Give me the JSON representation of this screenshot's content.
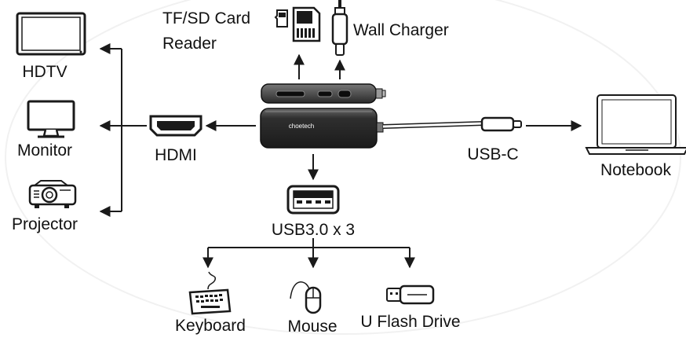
{
  "labels": {
    "hdtv": "HDTV",
    "monitor": "Monitor",
    "projector": "Projector",
    "hdmi": "HDMI",
    "card_reader_line1": "TF/SD Card",
    "card_reader_line2": "Reader",
    "wall_charger": "Wall Charger",
    "usb_c": "USB-C",
    "notebook": "Notebook",
    "usb3": "USB3.0 x 3",
    "keyboard": "Keyboard",
    "mouse": "Mouse",
    "flash_drive": "U Flash Drive",
    "brand": "choetech"
  },
  "colors": {
    "line": "#1a1a1a",
    "hub_body": "#2b2b2b",
    "hub_highlight": "#555555",
    "background": "#ffffff"
  },
  "icons": [
    "tv-icon",
    "monitor-icon",
    "projector-icon",
    "hdmi-port-icon",
    "sd-card-icon",
    "usb-c-plug-icon",
    "hub-icon",
    "laptop-icon",
    "usb-a-port-icon",
    "keyboard-icon",
    "mouse-icon",
    "flash-drive-icon"
  ]
}
